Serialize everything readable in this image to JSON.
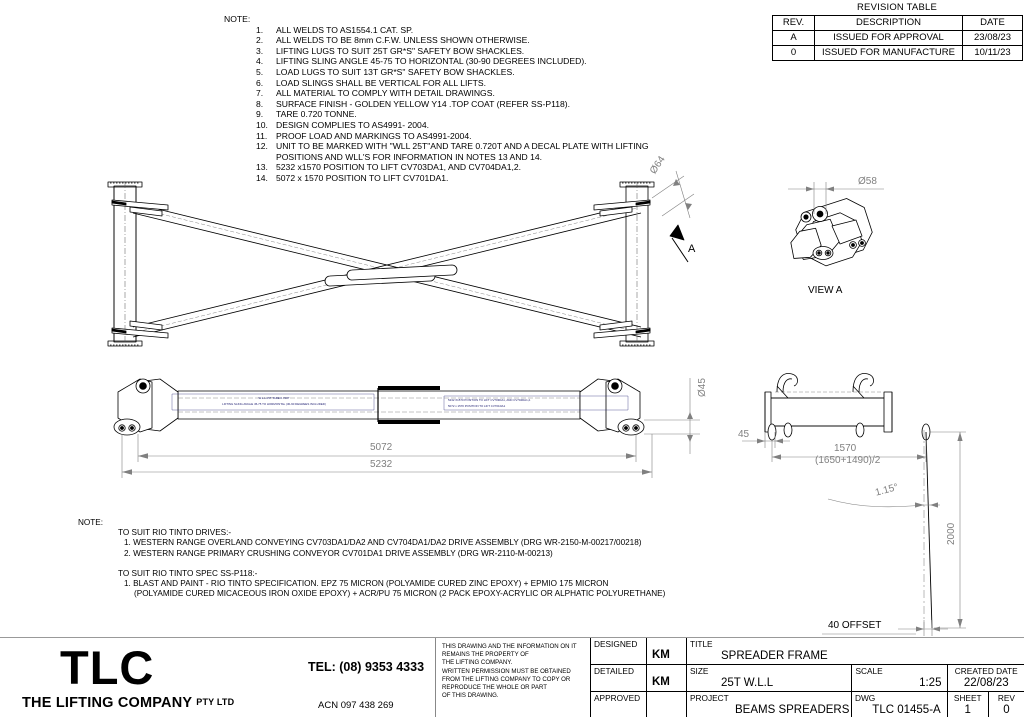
{
  "revision_table": {
    "title": "REVISION TABLE",
    "headers": [
      "REV.",
      "DESCRIPTION",
      "DATE"
    ],
    "rows": [
      {
        "rev": "A",
        "description": "ISSUED FOR APPROVAL",
        "date": "23/08/23"
      },
      {
        "rev": "0",
        "description": "ISSUED FOR MANUFACTURE",
        "date": "10/11/23"
      }
    ]
  },
  "notes_top": {
    "heading": "NOTE:",
    "items": [
      {
        "num": "1.",
        "text": "ALL WELDS TO AS1554.1 CAT. SP."
      },
      {
        "num": "2.",
        "text": "ALL WELDS TO BE 8mm C.F.W. UNLESS SHOWN OTHERWISE."
      },
      {
        "num": "3.",
        "text": "LIFTING LUGS TO SUIT 25T GR*S\" SAFETY BOW SHACKLES."
      },
      {
        "num": "4.",
        "text": "LIFTING SLING ANGLE 45-75 TO HORIZONTAL (30-90 DEGREES INCLUDED)."
      },
      {
        "num": "5.",
        "text": "LOAD LUGS TO SUIT 13T GR*S\" SAFETY BOW SHACKLES."
      },
      {
        "num": "6.",
        "text": "LOAD SLINGS SHALL BE VERTICAL FOR ALL LIFTS."
      },
      {
        "num": "7.",
        "text": "ALL MATERIAL TO COMPLY WITH DETAIL DRAWINGS."
      },
      {
        "num": "8.",
        "text": "SURFACE FINISH - GOLDEN YELLOW Y14 .TOP COAT (REFER SS-P118)."
      },
      {
        "num": "9.",
        "text": "TARE 0.720 TONNE."
      },
      {
        "num": "10.",
        "text": "DESIGN COMPLIES TO AS4991- 2004."
      },
      {
        "num": "11.",
        "text": "PROOF LOAD AND MARKINGS TO AS4991-2004."
      },
      {
        "num": "12.",
        "text": "UNIT TO BE MARKED WITH \"WLL 25T\"AND TARE 0.720T AND A DECAL PLATE WITH LIFTING"
      },
      {
        "num": "",
        "text": "POSITIONS AND WLL'S FOR INFORMATION IN NOTES 13 AND 14."
      },
      {
        "num": "13.",
        "text": "5232 x1570 POSITION TO LIFT CV703DA1, AND CV704DA1,2."
      },
      {
        "num": "14.",
        "text": "5072 x 1570 POSITION TO LIFT CV701DA1."
      }
    ]
  },
  "notes_bottom": {
    "heading": "NOTE:",
    "group1_title": "TO SUIT RIO TINTO DRIVES:-",
    "group1_items": [
      "1. WESTERN RANGE OVERLAND CONVEYING CV703DA1/DA2 AND CV704DA1/DA2 DRIVE ASSEMBLY (DRG WR-2150-M-00217/00218)",
      "2. WESTERN RANGE PRIMARY CRUSHING CONVEYOR CV701DA1 DRIVE ASSEMBLY (DRG WR-2110-M-00213)"
    ],
    "group2_title": "TO SUIT RIO TINTO SPEC SS-P118:-",
    "group2_items": [
      "1. BLAST AND PAINT - RIO TINTO SPECIFICATION. EPZ 75 MICRON (POLYAMIDE CURED ZINC EPOXY) + EPMIO 175 MICRON",
      "(POLYAMIDE CURED MICACEOUS IRON OXIDE EPOXY) + ACR/PU 75 MICRON (2 PACK EPOXY-ACRYLIC OR ALPHATIC POLYURETHANE)"
    ]
  },
  "drawing": {
    "plan_view": {
      "dim_dia64": "Ø64",
      "section_arrow_label": "A"
    },
    "detail_view": {
      "label": "VIEW A",
      "dim_dia58": "Ø58"
    },
    "elevation_view": {
      "dim_dia45": "Ø45",
      "dim_5072": "5072",
      "dim_5232": "5232",
      "decal_left_line1": "W.L.L 25T  TARE 0.720T",
      "decal_left_line2": "LIFTING SLING ANGLE 45-75 TO HORIZONTAL (30-90 DEGREES INCLUDED)",
      "decal_right_line1": "5232 X1570 POSITION TO LIFT CV703DA1, AND CV704DA1,2.",
      "decal_right_line2": "5072 x 1570 POSITION TO LIFT CV701DA1"
    },
    "end_view": {
      "dim_45": "45",
      "dim_1570": "1570",
      "dim_1570_note": "(1650+1490)/2",
      "dim_angle": "1.15°",
      "dim_2000": "2000",
      "dim_offset": "40 OFFSET"
    }
  },
  "title_block": {
    "logo": "TLC",
    "tagline": "THE LIFTING COMPANY",
    "pty": "PTY LTD",
    "tel": "TEL: (08) 9353 4333",
    "acn": "ACN 097 438 269",
    "copyright": "THIS DRAWING AND THE INFORMATION ON IT REMAINS THE PROPERTY OF THE LIFTING COMPANY. WRITTEN PERMISSION MUST BE OBTAINED FROM THE LIFTING COMPANY TO COPY OR REPRODUCE THE WHOLE OR PART OF THIS DRAWING.",
    "copyright_lines": [
      "THIS DRAWING AND THE INFORMATION ON IT",
      "REMAINS THE PROPERTY OF",
      "THE LIFTING COMPANY.",
      "WRITTEN PERMISSION MUST BE OBTAINED",
      "FROM THE LIFTING COMPANY TO COPY OR",
      "REPRODUCE THE WHOLE OR PART",
      "OF THIS DRAWING."
    ],
    "designed_label": "DESIGNED",
    "designed_value": "KM",
    "detailed_label": "DETAILED",
    "detailed_value": "KM",
    "approved_label": "APPROVED",
    "approved_value": "",
    "title_label": "TITLE",
    "title_value": "SPREADER FRAME",
    "size_label": "SIZE",
    "size_value": "25T W.L.L",
    "scale_label": "SCALE",
    "scale_value": "1:25",
    "created_date_label": "CREATED DATE",
    "created_date_value": "22/08/23",
    "project_label": "PROJECT",
    "project_value": "BEAMS SPREADERS",
    "dwg_label": "DWG",
    "dwg_value": "TLC 01455-A",
    "sheet_label": "SHEET",
    "sheet_value": "1",
    "rev_label": "REV",
    "rev_value": "0"
  },
  "colors": {
    "line": "#000000",
    "dim": "#808080",
    "decal": "#1a1a6e"
  }
}
